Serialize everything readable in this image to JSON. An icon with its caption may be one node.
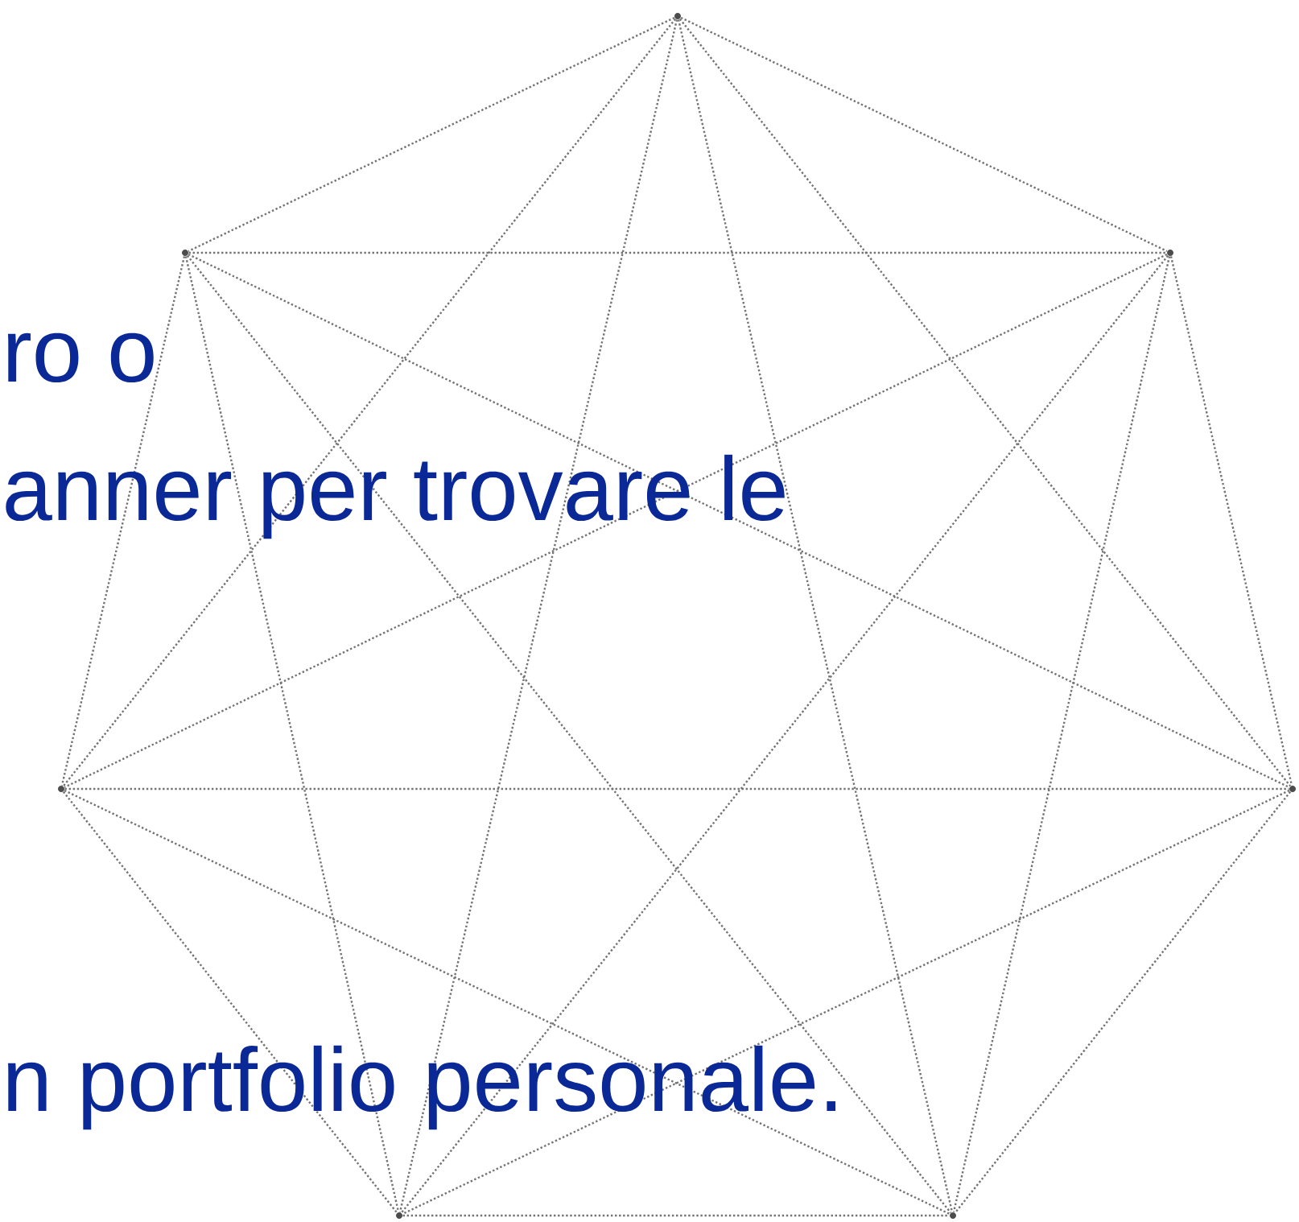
{
  "diagram": {
    "nodes": [
      {
        "text": [],
        "shape": "circle"
      },
      {
        "text": [],
        "shape": "circle"
      },
      {
        "text": [],
        "shape": "circle"
      },
      {
        "text": [],
        "shape": "circle"
      },
      {
        "text": [],
        "shape": "circle"
      },
      {
        "text": [],
        "shape": "circle"
      },
      {
        "text": [],
        "shape": "circle"
      }
    ],
    "edges": [
      {
        "from": 0,
        "to": 1,
        "arrow": "none"
      },
      {
        "from": 0,
        "to": 2,
        "arrow": "none"
      },
      {
        "from": 0,
        "to": 3,
        "arrow": "none"
      },
      {
        "from": 0,
        "to": 4,
        "arrow": "none"
      },
      {
        "from": 0,
        "to": 5,
        "arrow": "none"
      },
      {
        "from": 0,
        "to": 6,
        "arrow": "none"
      },
      {
        "from": 1,
        "to": 2,
        "arrow": "none"
      },
      {
        "from": 1,
        "to": 3,
        "arrow": "none"
      },
      {
        "from": 1,
        "to": 4,
        "arrow": "none"
      },
      {
        "from": 1,
        "to": 5,
        "arrow": "none"
      },
      {
        "from": 1,
        "to": 6,
        "arrow": "none"
      },
      {
        "from": 2,
        "to": 3,
        "arrow": "none"
      },
      {
        "from": 2,
        "to": 4,
        "arrow": "none"
      },
      {
        "from": 2,
        "to": 5,
        "arrow": "none"
      },
      {
        "from": 2,
        "to": 6,
        "arrow": "none"
      },
      {
        "from": 3,
        "to": 4,
        "arrow": "none"
      },
      {
        "from": 3,
        "to": 5,
        "arrow": "none"
      },
      {
        "from": 3,
        "to": 6,
        "arrow": "none"
      },
      {
        "from": 4,
        "to": 5,
        "arrow": "none"
      },
      {
        "from": 4,
        "to": 6,
        "arrow": "none"
      },
      {
        "from": 5,
        "to": 6,
        "arrow": "none"
      }
    ],
    "labels": [
      "ro o",
      "anner per trovare le",
      "n portfolio personale."
    ]
  }
}
